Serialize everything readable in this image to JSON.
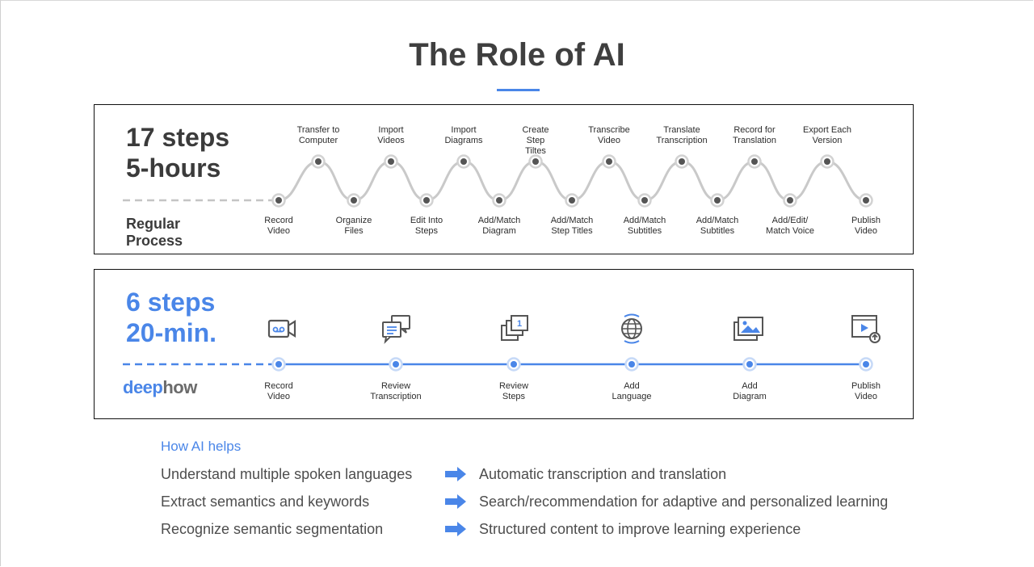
{
  "title": "The Role of AI",
  "regular": {
    "steps_line1": "17 steps",
    "steps_line2": "5-hours",
    "label_line1": "Regular",
    "label_line2": "Process",
    "top_steps": [
      {
        "l1": "Transfer to",
        "l2": "Computer",
        "l3": ""
      },
      {
        "l1": "Import",
        "l2": "Videos",
        "l3": ""
      },
      {
        "l1": "Import",
        "l2": "Diagrams",
        "l3": ""
      },
      {
        "l1": "Create",
        "l2": "Step",
        "l3": "Tiltes"
      },
      {
        "l1": "Transcribe",
        "l2": "Video",
        "l3": ""
      },
      {
        "l1": "Translate",
        "l2": "Transcription",
        "l3": ""
      },
      {
        "l1": "Record for",
        "l2": "Translation",
        "l3": ""
      },
      {
        "l1": "Export Each",
        "l2": "Version",
        "l3": ""
      }
    ],
    "bottom_steps": [
      {
        "l1": "Record",
        "l2": "Video"
      },
      {
        "l1": "Organize",
        "l2": "Files"
      },
      {
        "l1": "Edit Into",
        "l2": "Steps"
      },
      {
        "l1": "Add/Match",
        "l2": "Diagram"
      },
      {
        "l1": "Add/Match",
        "l2": "Step Titles"
      },
      {
        "l1": "Add/Match",
        "l2": "Subtitles"
      },
      {
        "l1": "Add/Match",
        "l2": "Subtitles"
      },
      {
        "l1": "Add/Edit/",
        "l2": "Match Voice"
      },
      {
        "l1": "Publish",
        "l2": "Video"
      }
    ]
  },
  "ai": {
    "steps_line1": "6 steps",
    "steps_line2": "20-min.",
    "brand_part1": "deep",
    "brand_part2": "how",
    "steps": [
      {
        "l1": "Record",
        "l2": "Video",
        "icon": "video-camera-icon"
      },
      {
        "l1": "Review",
        "l2": "Transcription",
        "icon": "chat-bubbles-icon"
      },
      {
        "l1": "Review",
        "l2": "Steps",
        "icon": "stacked-steps-icon"
      },
      {
        "l1": "Add",
        "l2": "Language",
        "icon": "globe-icon"
      },
      {
        "l1": "Add",
        "l2": "Diagram",
        "icon": "image-stack-icon"
      },
      {
        "l1": "Publish",
        "l2": "Video",
        "icon": "publish-video-icon"
      }
    ]
  },
  "helps": {
    "title": "How AI helps",
    "rows": [
      {
        "left": "Understand multiple spoken languages",
        "right": "Automatic transcription and translation"
      },
      {
        "left": "Extract semantics and keywords",
        "right": "Search/recommendation for adaptive and personalized learning"
      },
      {
        "left": "Recognize semantic segmentation",
        "right": "Structured content to improve learning experience"
      }
    ]
  },
  "colors": {
    "accent": "#4a86e8",
    "text_dark": "#3b3b3b",
    "wave": "#c9c9c9",
    "node": "#555555"
  }
}
